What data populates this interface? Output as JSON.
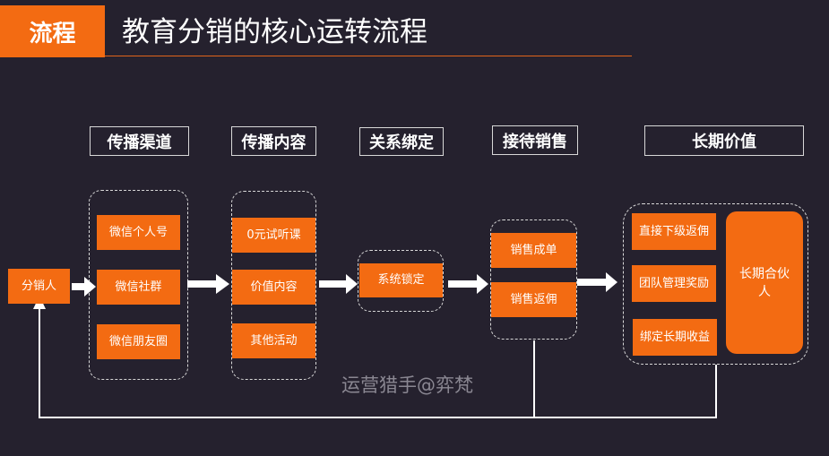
{
  "header": {
    "tag": "流程",
    "title": "教育分销的核心运转流程"
  },
  "stages": {
    "channel": "传播渠道",
    "content": "传播内容",
    "binding": "关系绑定",
    "reception": "接待销售",
    "value": "长期价值"
  },
  "distributor": "分销人",
  "channels": [
    "微信个人号",
    "微信社群",
    "微信朋友圈"
  ],
  "contents": [
    "0元试听课",
    "价值内容",
    "其他活动"
  ],
  "binding": [
    "系统锁定"
  ],
  "sales": [
    "销售成单",
    "销售返佣"
  ],
  "value": {
    "items": [
      "直接下级返佣",
      "团队管理奖励",
      "绑定长期收益"
    ],
    "partner": "长期合伙人"
  },
  "watermark": "运营猎手@弈梵",
  "colors": {
    "accent": "#f36b12",
    "background": "#25212e"
  }
}
